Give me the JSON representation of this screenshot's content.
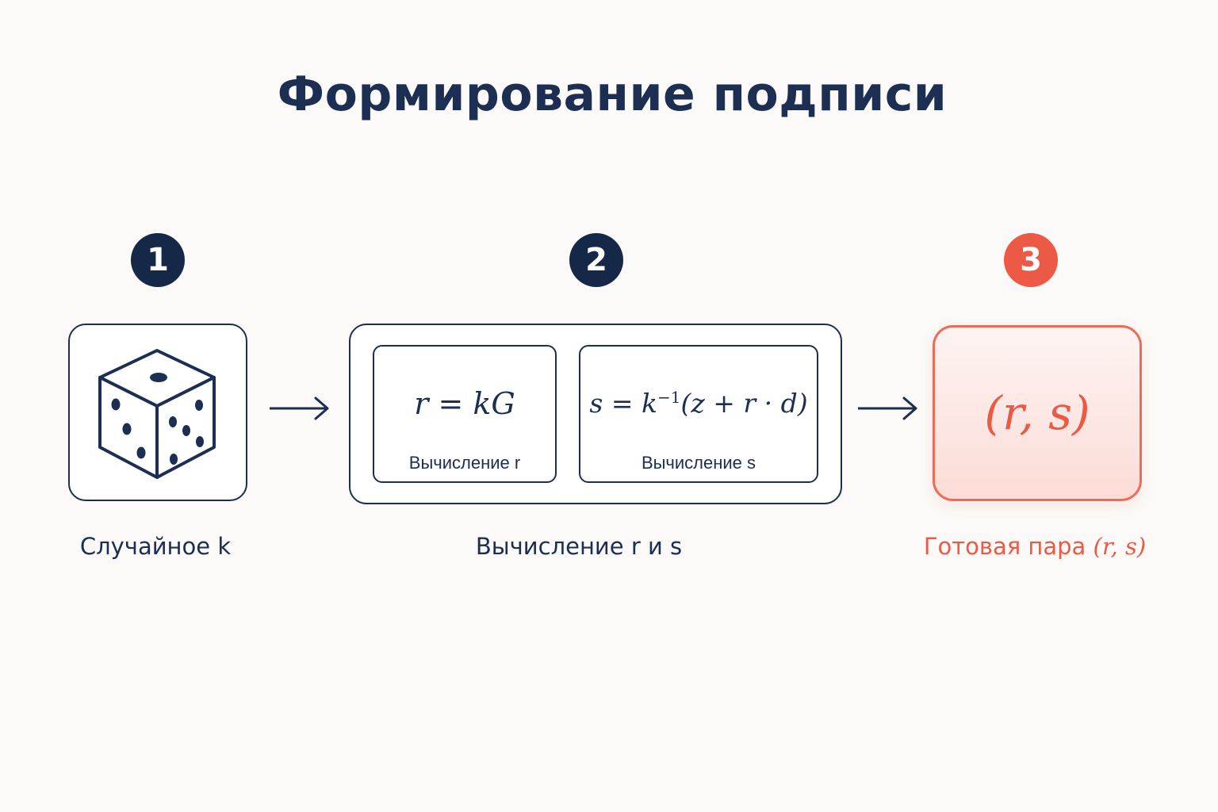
{
  "title": "Формирование подписи",
  "colors": {
    "primary": "#1c2e52",
    "accent": "#ec5a46",
    "background": "#fbfaf8"
  },
  "steps": [
    {
      "number": "1",
      "label": "Случайное k",
      "icon": "dice-icon"
    },
    {
      "number": "2",
      "label": "Вычисление r и s",
      "formulas": [
        {
          "formula": "r = kG",
          "caption": "Вычисление r"
        },
        {
          "formula_s": "s = k",
          "formula_exp": "−1",
          "formula_rest": "(z + r · d)",
          "caption": "Вычисление s"
        }
      ]
    },
    {
      "number": "3",
      "label": "Готовая пара ",
      "label_math": "(r, s)",
      "result": "(r, s)"
    }
  ]
}
